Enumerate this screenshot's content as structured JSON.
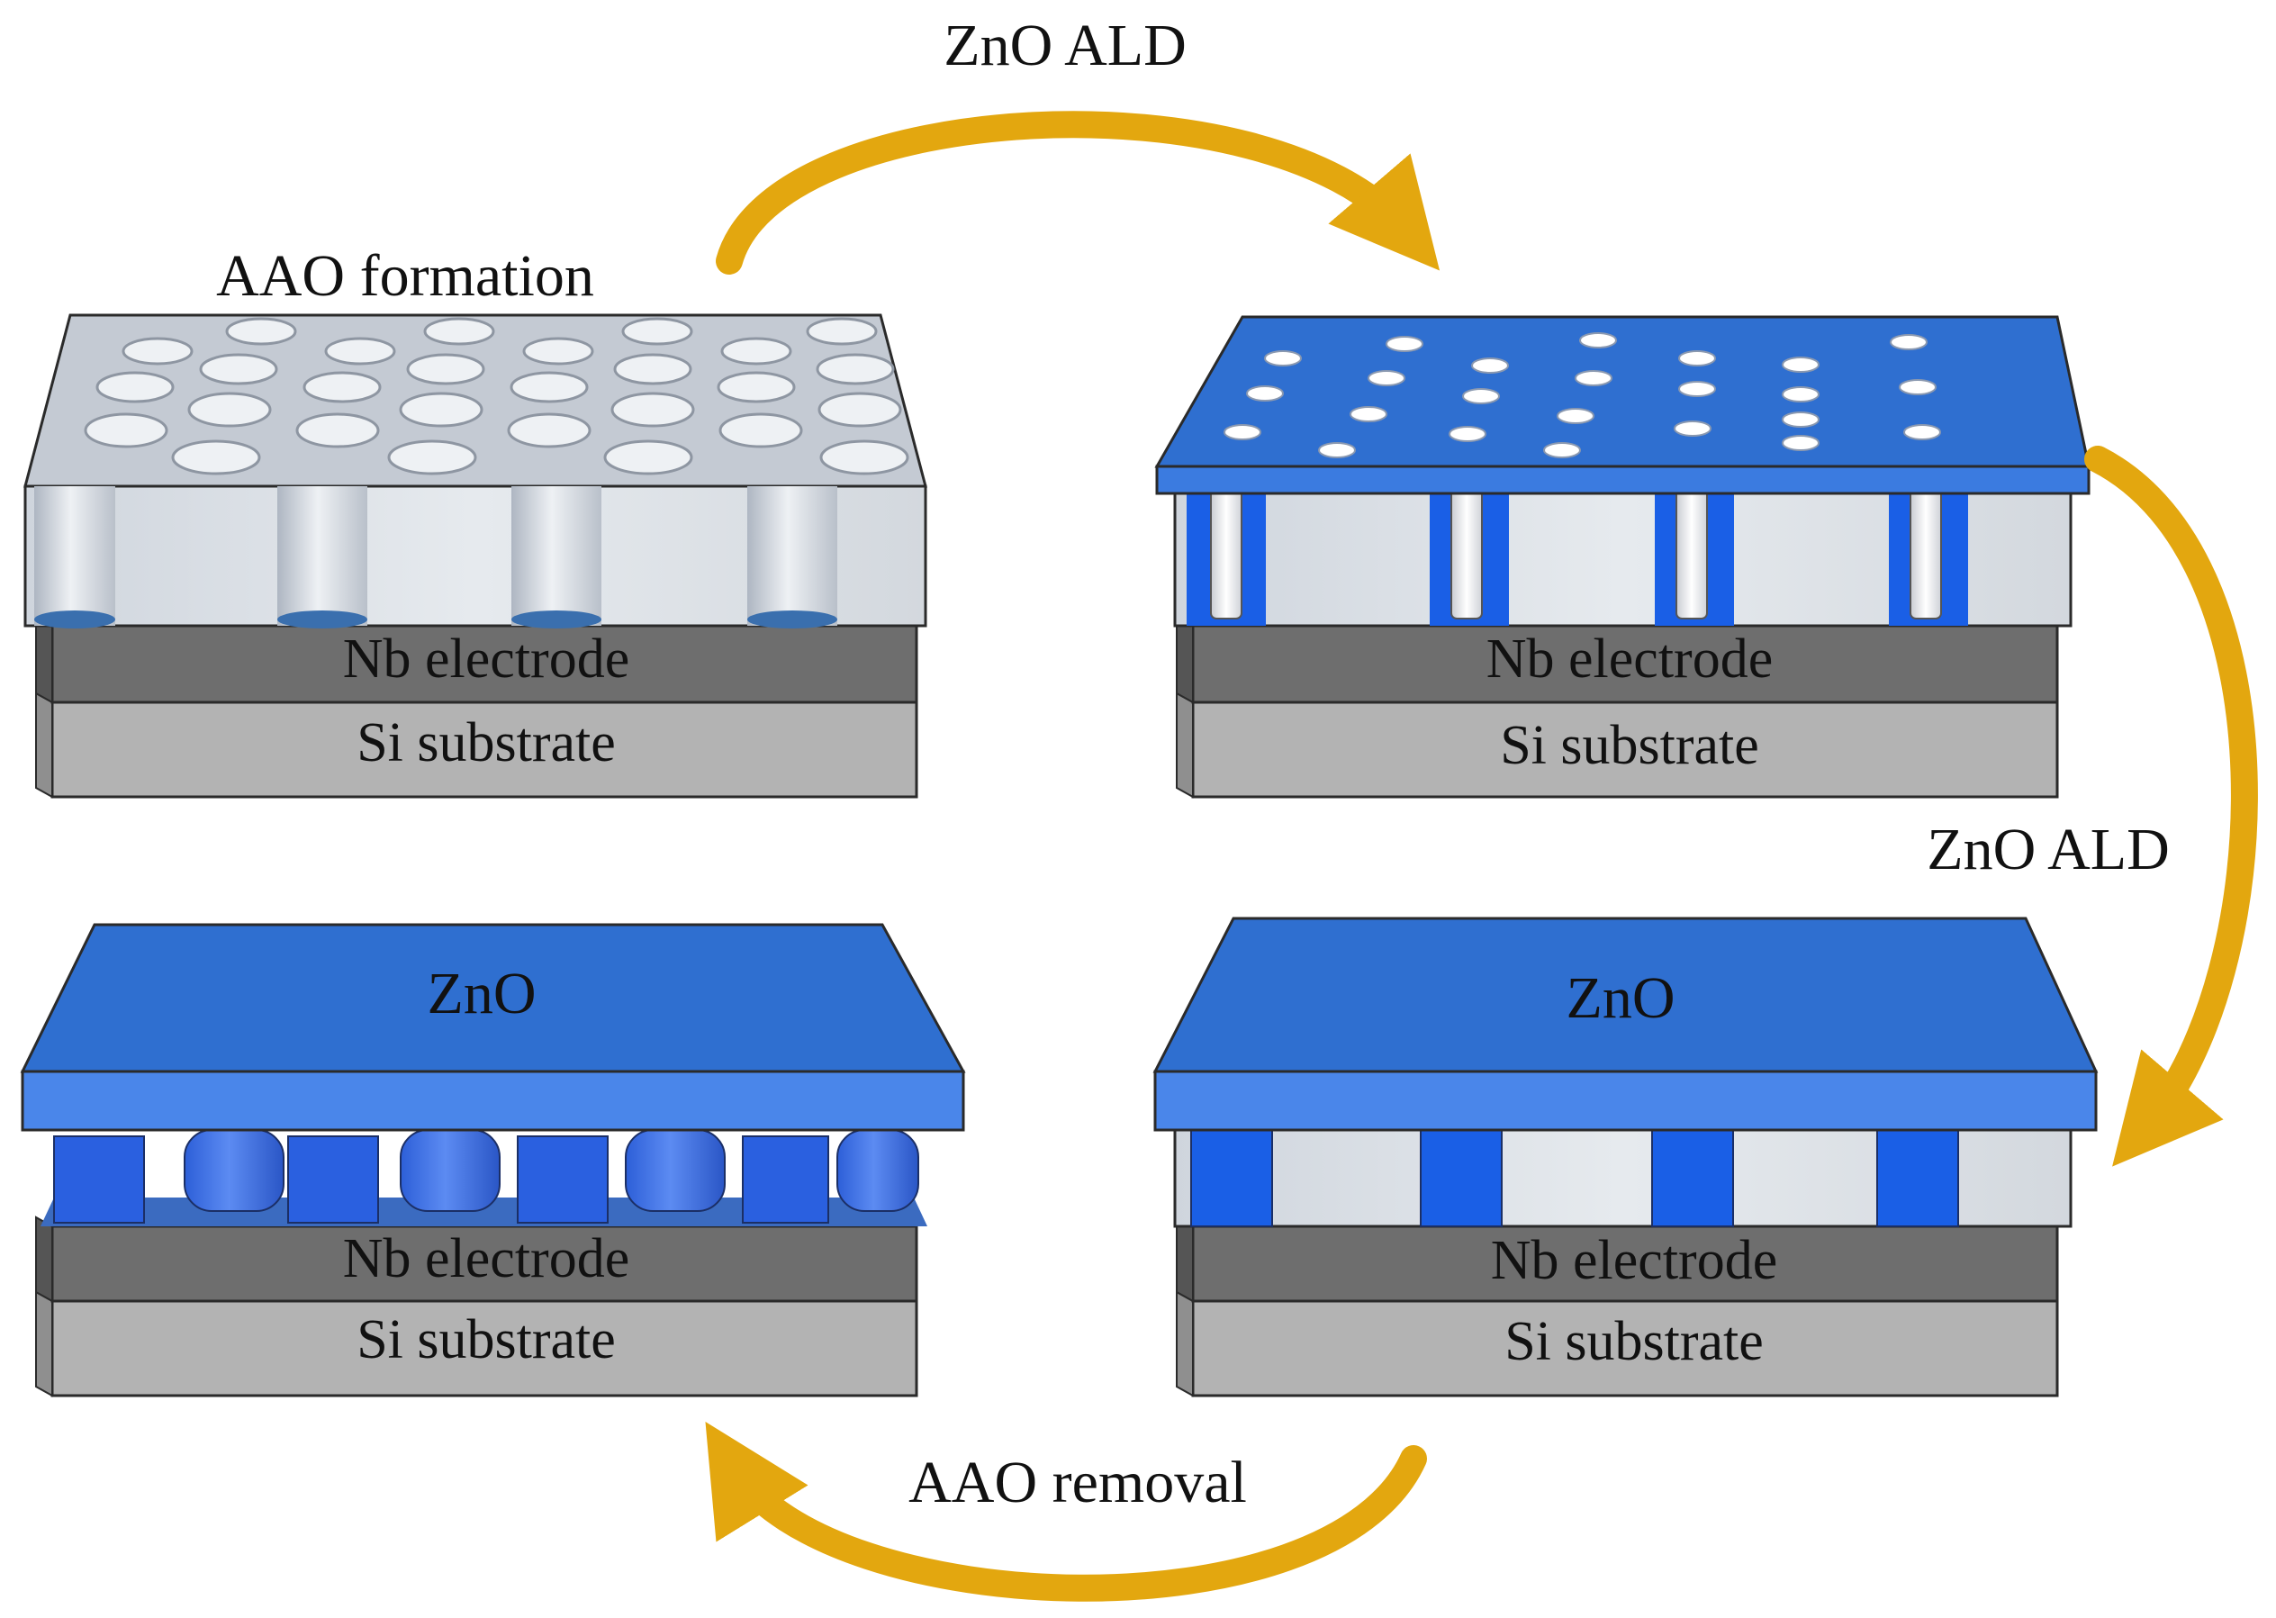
{
  "steps": {
    "step1": "AAO formation",
    "step2": "ZnO ALD",
    "step3": "ZnO ALD",
    "step4": "AAO removal"
  },
  "panels": {
    "top_left": {
      "electrode": "Nb electrode",
      "substrate": "Si substrate"
    },
    "top_right": {
      "electrode": "Nb electrode",
      "substrate": "Si substrate"
    },
    "bottom_right": {
      "top_layer": "ZnO",
      "electrode": "Nb electrode",
      "substrate": "Si substrate"
    },
    "bottom_left": {
      "top_layer": "ZnO",
      "electrode": "Nb electrode",
      "substrate": "Si substrate"
    }
  },
  "colors": {
    "aao": "#dde2e8",
    "zno_blue": "#2f6fd0",
    "zno_bright": "#1a5fe6",
    "electrode": "#6e6e6e",
    "substrate": "#b3b3b3",
    "arrow": "#e3a70f"
  }
}
